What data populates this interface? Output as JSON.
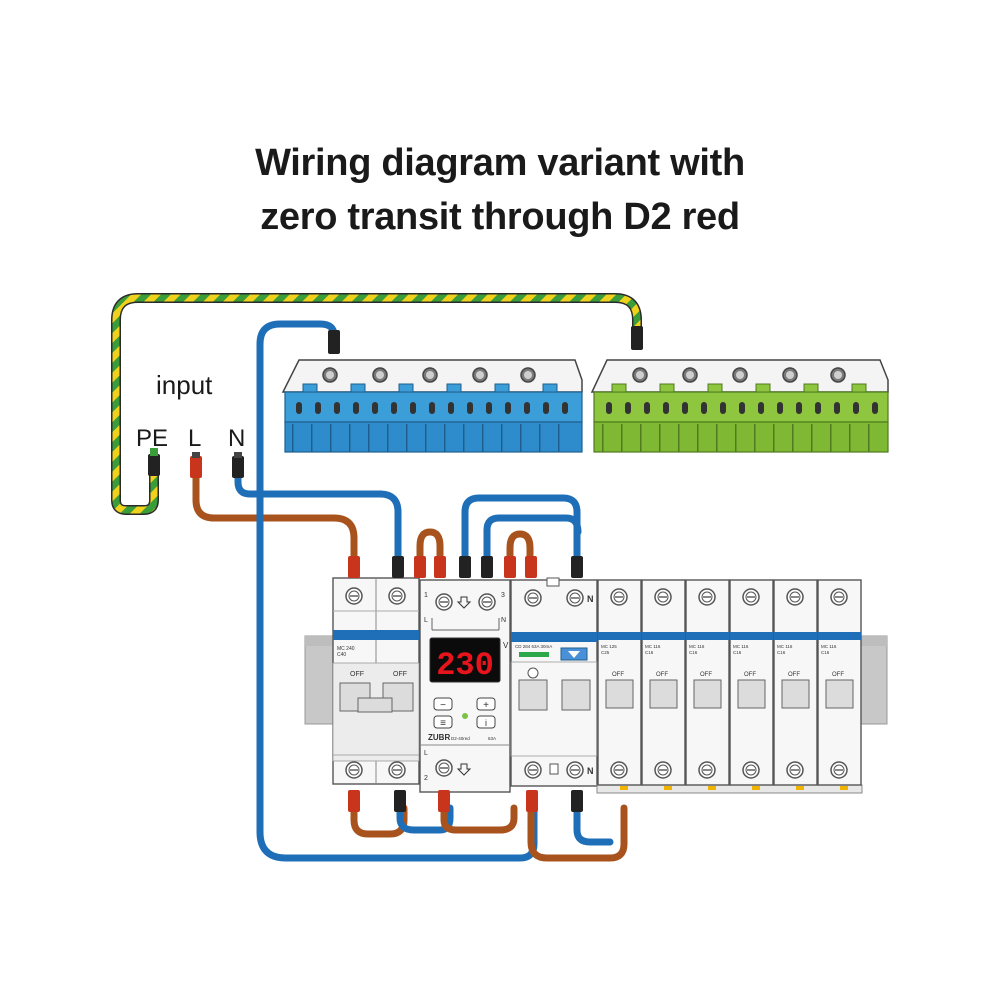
{
  "title": {
    "line1": "Wiring diagram variant with",
    "line2": "zero transit through D2 red"
  },
  "input": {
    "caption": "input",
    "pe_label": "PE",
    "l_label": "L",
    "n_label": "N"
  },
  "relay": {
    "display_value": "230",
    "unit": "V",
    "brand": "ZUBR",
    "model": "D2-40red",
    "rating": "63A",
    "term_1": "1",
    "term_3": "3",
    "term_2": "2",
    "term_L_top": "L",
    "term_N_top": "N",
    "term_L_bottom": "L",
    "btn_minus": "−",
    "btn_plus": "+",
    "btn_menu": "≡",
    "btn_info": "i"
  },
  "breakers": {
    "main": {
      "model": "MC 240",
      "rating": "C40"
    },
    "rcd": {
      "model": "CD 284 63A 30mA",
      "term_top": "N",
      "term_bottom": "N"
    },
    "mcbs": [
      {
        "model": "MC 125",
        "rating": "C25"
      },
      {
        "model": "MC 116",
        "rating": "C16"
      },
      {
        "model": "MC 116",
        "rating": "C16"
      },
      {
        "model": "MC 116",
        "rating": "C16"
      },
      {
        "model": "MC 116",
        "rating": "C16"
      },
      {
        "model": "MC 116",
        "rating": "C16"
      }
    ],
    "off_label": "OFF"
  },
  "colors": {
    "wire_blue": "#1f6fb8",
    "wire_brown": "#a8531d",
    "wire_pe_yellow": "#f0d21c",
    "wire_pe_green": "#3a9d3a",
    "busbar_blue": "#3b9ed8",
    "busbar_green": "#8ec63f",
    "display_red": "#e8141c"
  }
}
